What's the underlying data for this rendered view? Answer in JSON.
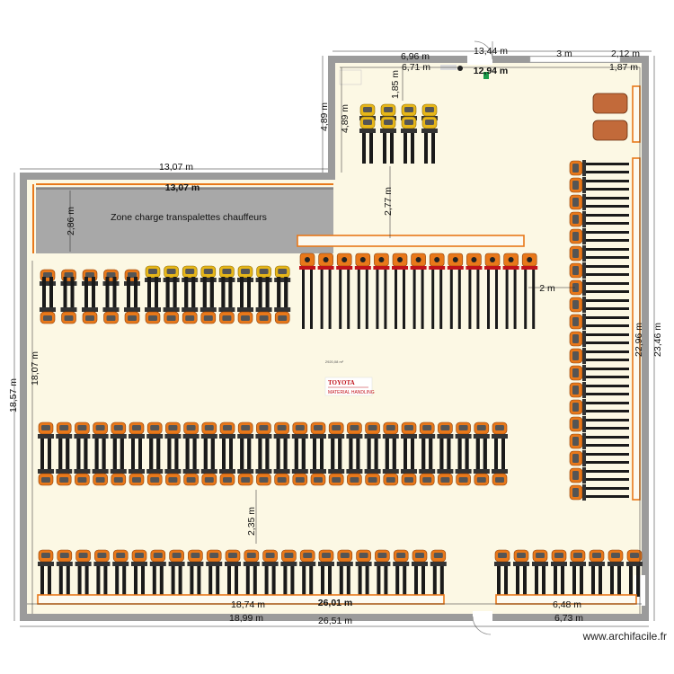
{
  "zone_label": "Zone charge transpalettes chauffeurs",
  "area_label": "2920,08 m²",
  "brand": {
    "name": "TOYOTA",
    "subtitle": "MATERIAL HANDLING"
  },
  "credit": "www.archifacile.fr",
  "dimensions": {
    "top_inner_left": "6,96 m",
    "top_inner_left_2": "6,71 m",
    "top_outer": "13,44 m",
    "top_inner": "12,94 m",
    "top_right_3": "3 m",
    "top_right_a": "2,12 m",
    "top_right_b": "1,87 m",
    "vertical_small": "1,85 m",
    "step_outer": "4,89 m",
    "step_inner": "4,89 m",
    "mid_outer": "13,07 m",
    "mid_inner": "13,07 m",
    "zone_height": "2,86 m",
    "aisle_upper": "2,77 m",
    "aisle_right": "2 m",
    "right_outer": "23,46 m",
    "right_inner": "22,96 m",
    "left_outer": "18,57 m",
    "left_inner": "18,07 m",
    "aisle_lower": "2,35 m",
    "bottom_inner_left": "18,74 m",
    "bottom_outer_left": "18,99 m",
    "bottom_inner_mid": "26,01 m",
    "bottom_outer_mid": "26,51 m",
    "bottom_inner_right": "6,48 m",
    "bottom_outer_right": "6,73 m"
  },
  "colors": {
    "wall": "#9b9b9b",
    "floor": "#fcf8e4",
    "zone": "#a8a8a8",
    "orange": "#e8781a",
    "orange_dark": "#c25a0e",
    "yellow": "#e6b619",
    "fork": "#1a1a1a"
  }
}
